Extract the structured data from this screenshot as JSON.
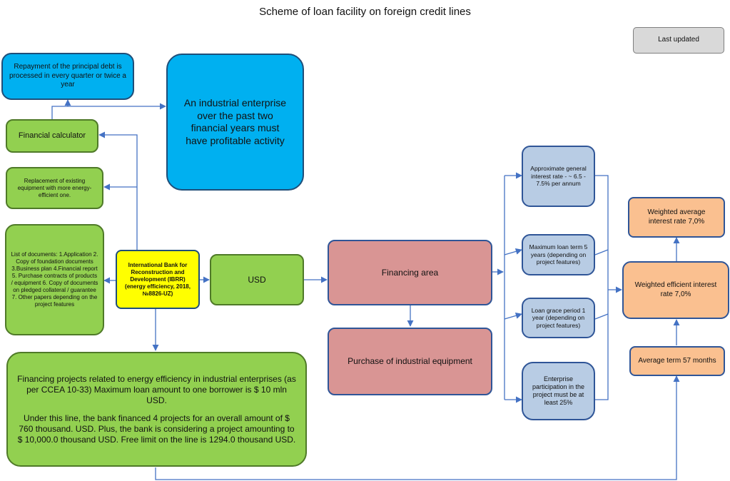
{
  "title": "Scheme of loan facility on foreign credit lines",
  "last_updated": "Last updated",
  "nodes": {
    "repayment": "Repayment of the principal debt is processed in every quarter or twice a year",
    "enterprise_requirement": "An industrial enterprise over the past two financial years must have profitable activity",
    "financial_calculator": "Financial calculator",
    "replacement": "Replacement of existing equipment with more energy-efficient one.",
    "documents": "List of documents: 1.Application 2. Copy of foundation documents 3.Business plan 4.Financial report 5. Purchase contracts of products / equipment 6. Copy of documents on pledged collateral / guarantee 7. Other papers depending on the project features",
    "ibrr": "International Bank for Reconstruction and Development (IBRR) (energy efficiency, 2018, №8826-UZ)",
    "usd": "USD",
    "financing_projects_1": "Financing projects related to energy efficiency in industrial enterprises (as per CCEA 10-33) Maximum loan amount to one borrower is $ 10 mln USD.",
    "financing_projects_2": "Under this line, the bank financed 4 projects for an overall amount of $ 760 thousand. USD. Plus, the bank is considering a project amounting to $ 10,000.0 thousand USD. Free limit on the line is 1294.0 thousand USD.",
    "financing_area": "Financing area",
    "purchase": "Purchase of industrial equipment",
    "interest_rate": "Approximate general interest rate - ~ 6.5 - 7.5% per annum",
    "max_term": "Maximum loan term 5 years (depending on project features)",
    "grace_period": "Loan grace period 1 year (depending on project features)",
    "participation": "Enterprise participation in the project must be at least 25%",
    "weighted_average": "Weighted average interest rate 7,0%",
    "weighted_efficient": "Weighted efficient interest rate 7,0%",
    "average_term": "Average term 57 months"
  },
  "colors": {
    "line": "#4472c4",
    "blue_fill": "#00b0f0",
    "green_fill": "#92d050",
    "yellow_fill": "#ffff00",
    "rose_fill": "#d99594",
    "steel_fill": "#b8cce4",
    "peach_fill": "#fac090",
    "grey_fill": "#d9d9d9"
  }
}
